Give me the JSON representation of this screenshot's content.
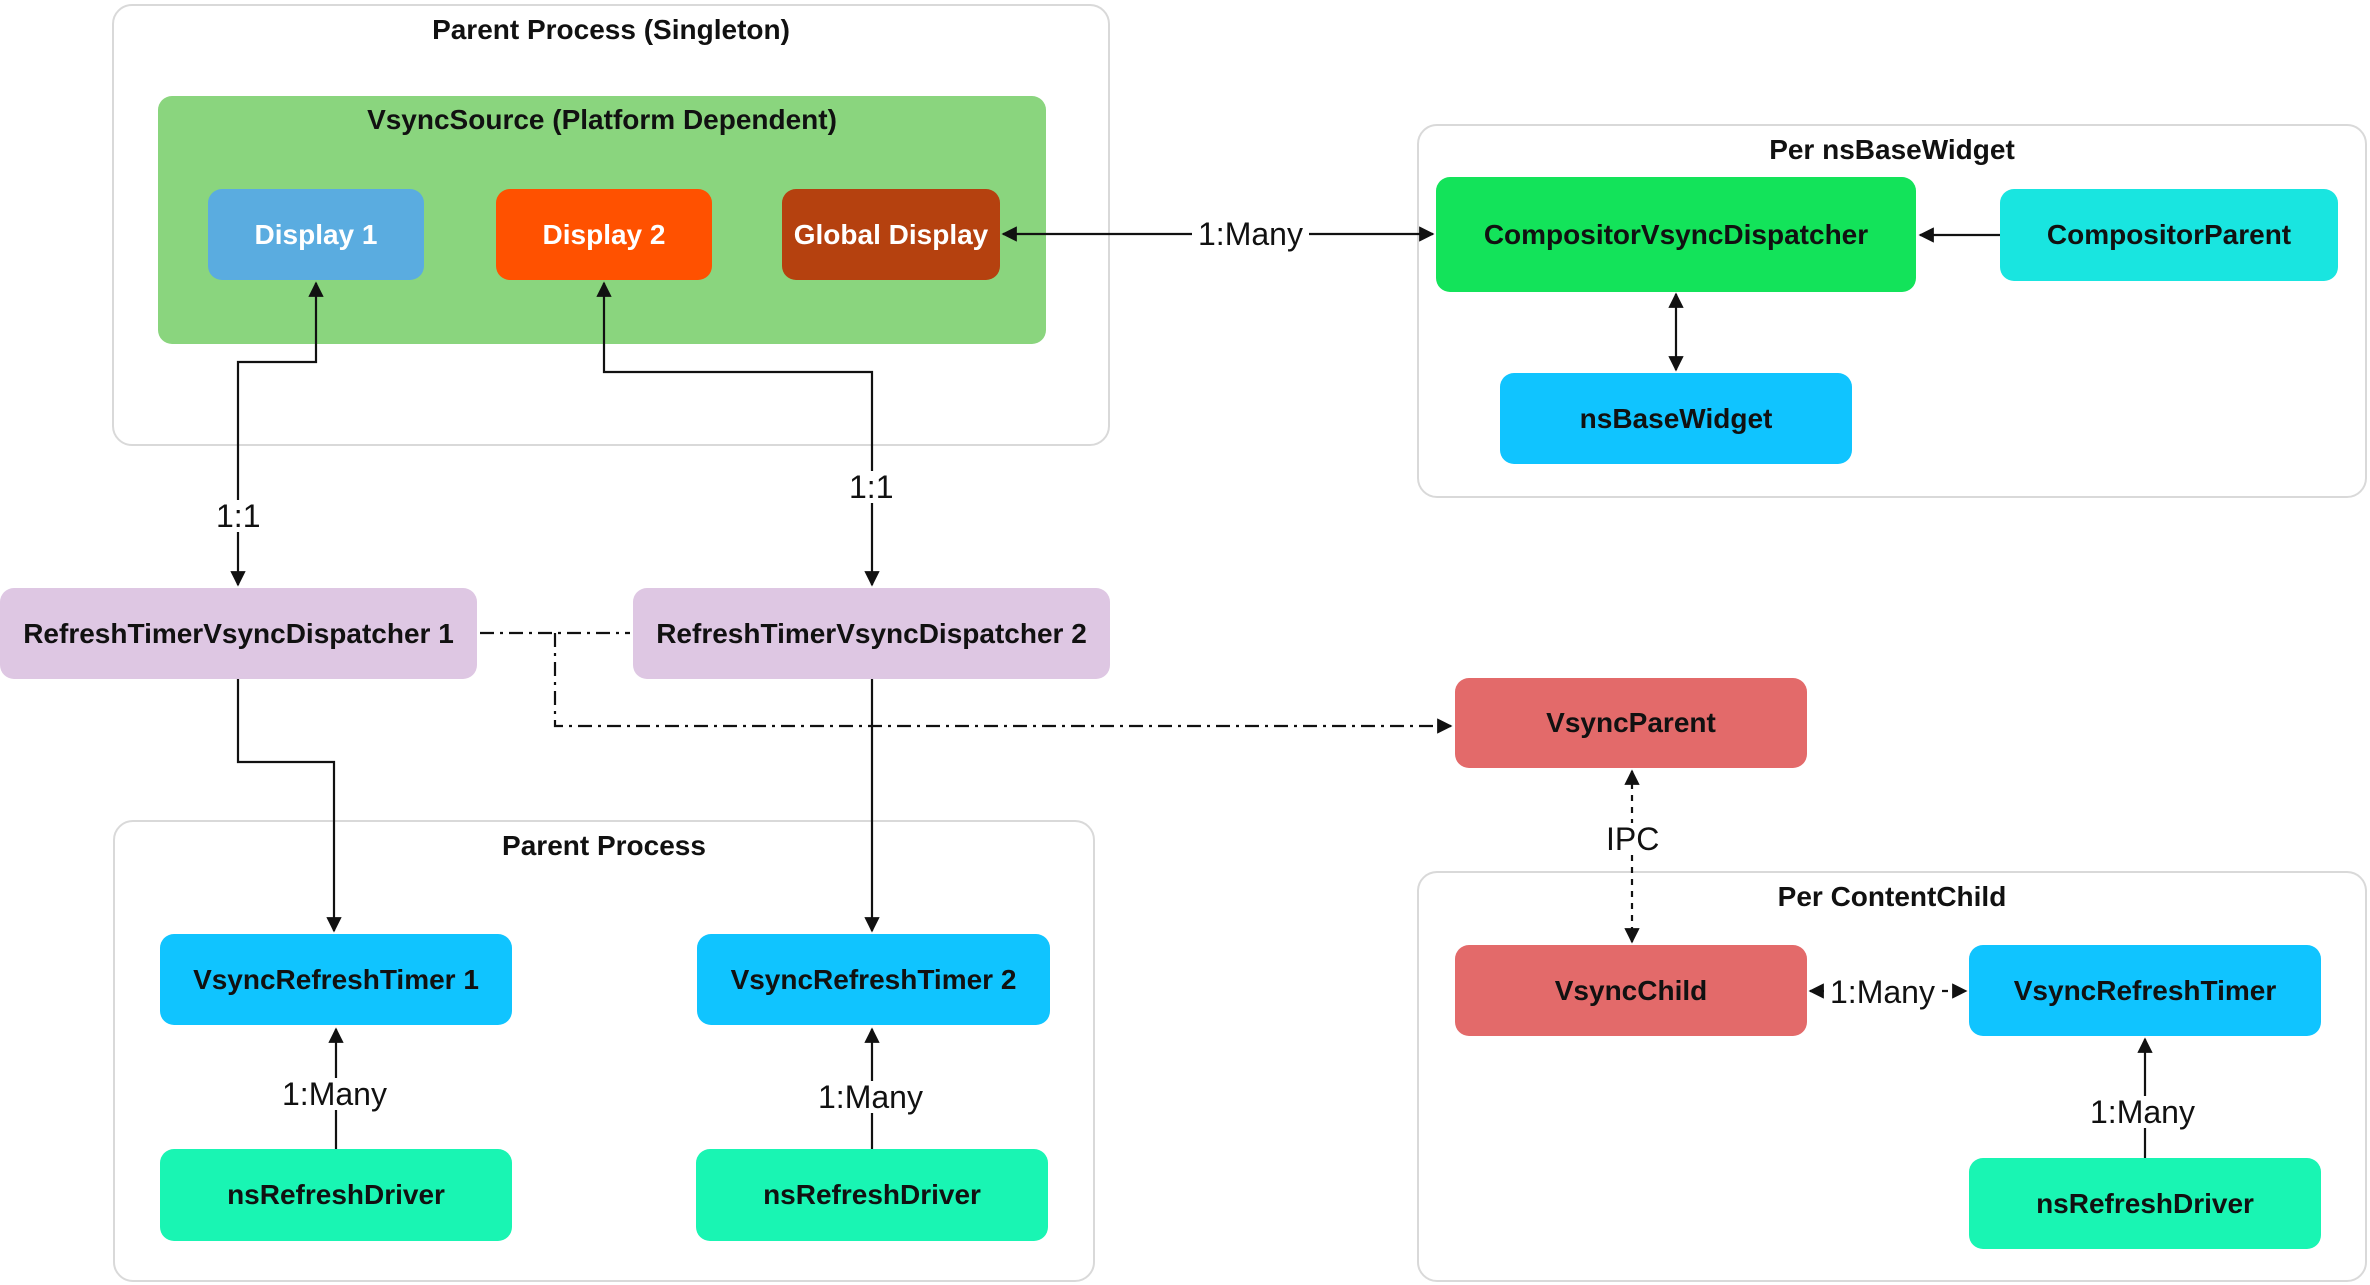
{
  "containers": {
    "parent_singleton": "Parent Process (Singleton)",
    "vsync_source": "VsyncSource (Platform Dependent)",
    "per_nsbasewidget": "Per nsBaseWidget",
    "parent_process": "Parent Process",
    "per_contentchild": "Per ContentChild"
  },
  "nodes": {
    "display1": "Display 1",
    "display2": "Display 2",
    "global_display": "Global Display",
    "compositor_vsync_dispatcher": "CompositorVsyncDispatcher",
    "compositor_parent": "CompositorParent",
    "ns_base_widget": "nsBaseWidget",
    "rtvd1": "RefreshTimerVsyncDispatcher 1",
    "rtvd2": "RefreshTimerVsyncDispatcher 2",
    "vsync_parent": "VsyncParent",
    "vrt1": "VsyncRefreshTimer 1",
    "vrt2": "VsyncRefreshTimer 2",
    "nsrd1": "nsRefreshDriver",
    "nsrd2": "nsRefreshDriver",
    "vsync_child": "VsyncChild",
    "vrt_child": "VsyncRefreshTimer",
    "nsrd3": "nsRefreshDriver"
  },
  "edge_labels": {
    "global_to_compositor": "1:Many",
    "display1_rtvd1": "1:1",
    "display2_rtvd2": "1:1",
    "vrt1_nsrd1": "1:Many",
    "vrt2_nsrd2": "1:Many",
    "ipc": "IPC",
    "vsyncchild_vrt": "1:Many",
    "vrt_nsrd3": "1:Many"
  },
  "colors": {
    "display1": "#5aace0",
    "display2": "#ff5100",
    "global_display": "#b5410f",
    "vsync_source": "#8ad57e",
    "compositor_vsync_dispatcher": "#13e35a",
    "compositor_parent": "#19e5e0",
    "ns_base_widget": "#10c4ff",
    "rtvd": "#dec7e3",
    "vsync_parent": "#e36a6a",
    "vsync_refresh_timer": "#10c4ff",
    "ns_refresh_driver": "#19f5b3"
  }
}
